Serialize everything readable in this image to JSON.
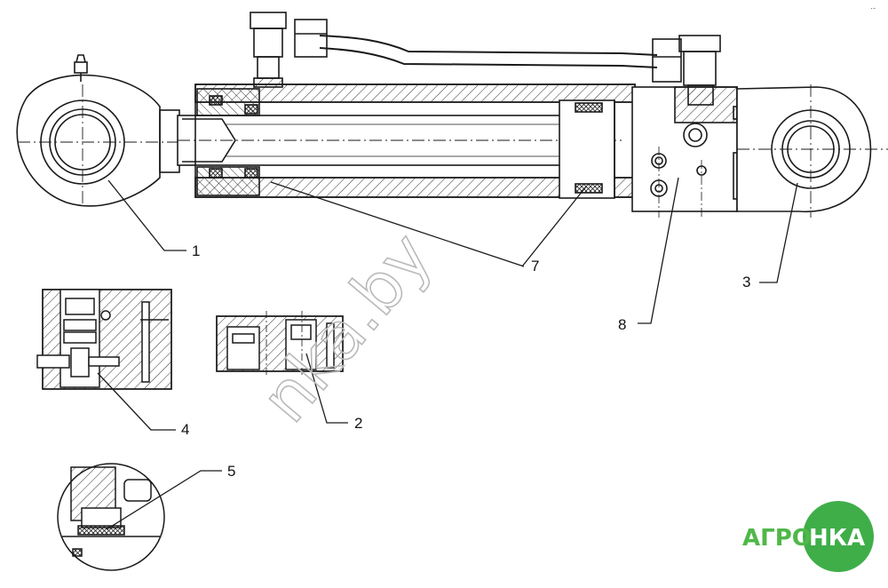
{
  "callouts": [
    {
      "id": "1",
      "label": "1"
    },
    {
      "id": "2",
      "label": "2"
    },
    {
      "id": "3",
      "label": "3"
    },
    {
      "id": "4",
      "label": "4"
    },
    {
      "id": "5",
      "label": "5"
    },
    {
      "id": "7",
      "label": "7"
    },
    {
      "id": "8",
      "label": "8"
    }
  ],
  "watermark": {
    "text": "nka.by"
  },
  "logo": {
    "left": "АГРО",
    "right": "НКА",
    "left_color": "#4fb848",
    "circle_color": "#3fae49",
    "right_color": "#ffffff"
  },
  "corner_mark": {
    "text": "·-"
  },
  "colors": {
    "line": "#1a1a1a",
    "hatch": "#333333",
    "watermark": "#b9b9b9"
  }
}
